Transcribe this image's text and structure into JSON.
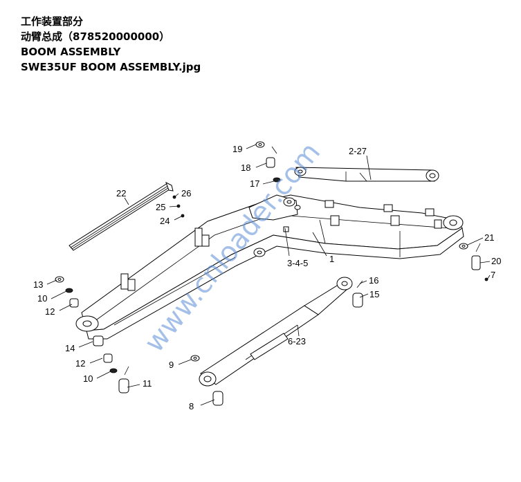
{
  "header": {
    "line1": "工作装置部分",
    "line2": "动臂总成（878520000000）",
    "line3": "BOOM ASSEMBLY",
    "line4": "SWE35UF BOOM ASSEMBLY.jpg"
  },
  "watermark": "www.cnloader.com",
  "callouts": {
    "c1": "1",
    "c2_27": "2-27",
    "c3_4_5": "3-4-5",
    "c6_23": "6-23",
    "c7": "7",
    "c8": "8",
    "c9": "9",
    "c10a": "10",
    "c10b": "10",
    "c11": "11",
    "c12a": "12",
    "c12b": "12",
    "c13": "13",
    "c14": "14",
    "c15": "15",
    "c16": "16",
    "c17": "17",
    "c18": "18",
    "c19": "19",
    "c20": "20",
    "c21": "21",
    "c22": "22",
    "c24": "24",
    "c25": "25",
    "c26": "26"
  },
  "colors": {
    "line": "#000000",
    "watermark": "#5b8ed6"
  }
}
